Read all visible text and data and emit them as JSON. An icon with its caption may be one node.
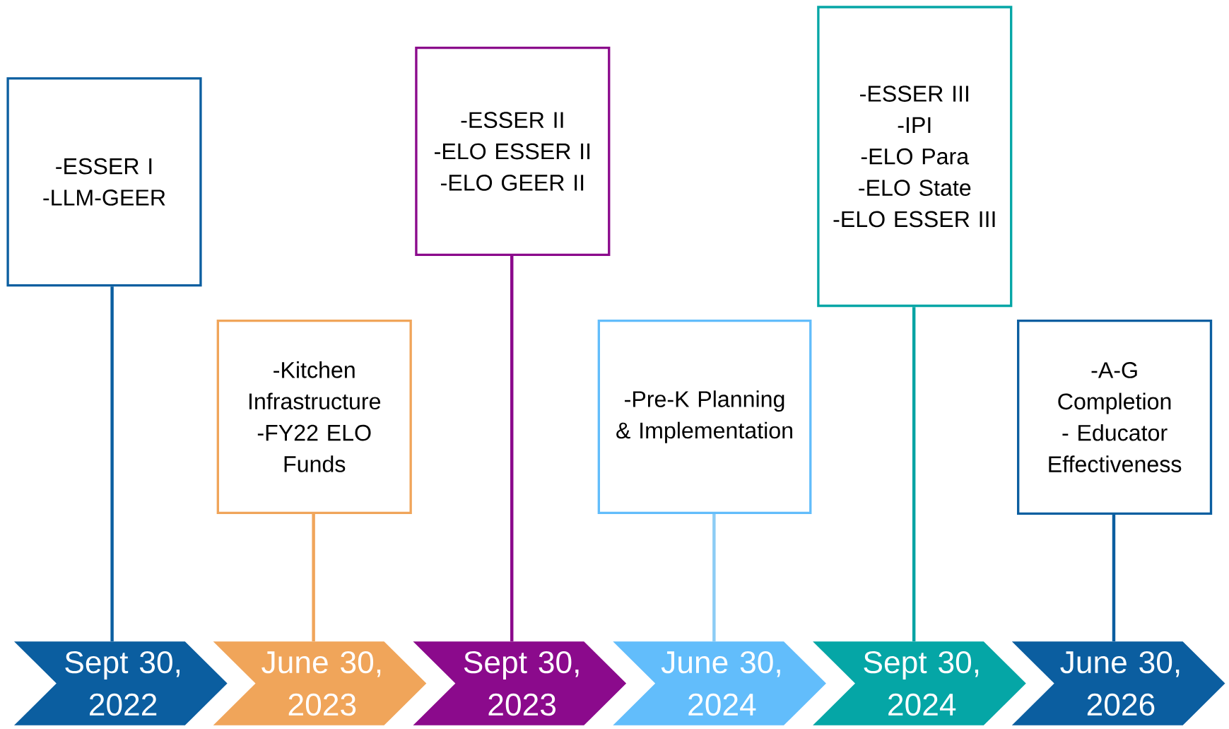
{
  "diagram": {
    "nodes": [
      {
        "text": [
          "-ESSER I",
          "-LLM-GEER"
        ]
      },
      {
        "text": [
          "-Kitchen Infrastructure",
          "-FY22 ELO Funds"
        ]
      },
      {
        "text": [
          "-ESSER II",
          "-ELO ESSER II",
          "-ELO GEER II"
        ]
      },
      {
        "text": [
          "-Pre-K Planning & Implementation"
        ]
      },
      {
        "text": [
          "-ESSER III",
          "-IPI",
          "-ELO Para",
          "-ELO State",
          "-ELO ESSER III"
        ]
      },
      {
        "text": [
          "-A-G Completion",
          "- Educator Effectiveness"
        ]
      },
      {
        "text": [
          "Sept 30, 2022"
        ]
      },
      {
        "text": [
          "June 30, 2023"
        ]
      },
      {
        "text": [
          "Sept 30, 2023"
        ]
      },
      {
        "text": [
          "June 30, 2024"
        ]
      },
      {
        "text": [
          "Sept 30, 2024"
        ]
      },
      {
        "text": [
          "June 30, 2026"
        ]
      }
    ],
    "edges": [
      {
        "from": 0,
        "to": 6,
        "arrow": "none",
        "color": "#0b5ea0"
      },
      {
        "from": 1,
        "to": 7,
        "arrow": "none",
        "color": "#f0a55a"
      },
      {
        "from": 2,
        "to": 8,
        "arrow": "none",
        "color": "#8b0a8c"
      },
      {
        "from": 3,
        "to": 9,
        "arrow": "none",
        "color": "#8cccf5"
      },
      {
        "from": 4,
        "to": 10,
        "arrow": "none",
        "color": "#05a3a3"
      },
      {
        "from": 5,
        "to": 11,
        "arrow": "none",
        "color": "#0b5ea0"
      }
    ]
  }
}
